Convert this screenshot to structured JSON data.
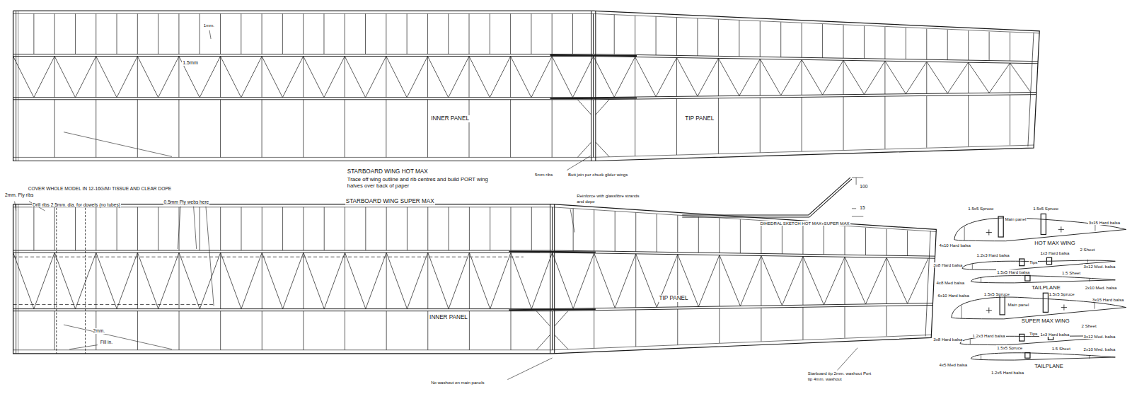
{
  "diagram": {
    "labels": [
      "1mm.",
      "1.5mm",
      "INNER PANEL",
      "TIP PANEL",
      "STARBOARD WING HOT MAX",
      "Trace off wing outline and rib centres and build PORT wing halves over back of paper",
      "5mm ribs",
      "Butt join per chuck glider wings",
      "COVER WHOLE MODEL IN 12-16G/M² TISSUE AND CLEAR DOPE",
      "STARBOARD WING SUPER MAX",
      "2mm. Ply ribs",
      "Drill ribs 2.5mm. dia. for dowels (no tubes)",
      "0.5mm Ply webs here",
      "Reinforce with glassfibre strands and dope",
      "INNER PANEL",
      "TIP PANEL",
      "2mm.",
      "Fill in.",
      "No washout on main panels",
      "Starboard tip 2mm. washout Port tip 4mm. washout",
      "100",
      "15",
      "DIHEDRAL SKETCH HOT MAX+SUPER MAX",
      "1.5x5 Spruce",
      "1.5x5 Spruce",
      "Main panel",
      "3x15 Hard balsa",
      "4x10 Hard balsa",
      "HOT MAX WING",
      "2 Sheet",
      "1.2x3 Hard balsa",
      "1x3 Hard balsa",
      "Tips",
      "3x8 Hard balsa",
      "3x12 Med. balsa",
      "1.5x5 Hard balsa",
      "1.5 Sheet",
      "4x8 Med balsa",
      "2x10 Med. balsa",
      "TAILPLANE",
      "6x10 Hard balsa",
      "1.5x5 Spruce",
      "1.5x5 Spruce",
      "Main panel",
      "3x15 Hard balsa",
      "SUPER MAX WING",
      "2 Sheet",
      "Tips",
      "3x8 Hard balsa",
      "1.2x3 Hard balsa",
      "1x3 Hard balsa",
      "3x12 Med. balsa",
      "1.5x5 Spruce",
      "1.5 Sheet",
      "2x10 Med. balsa",
      "TAILPLANE",
      "4x5 Med balsa",
      "1.2x5 Hard balsa"
    ]
  }
}
